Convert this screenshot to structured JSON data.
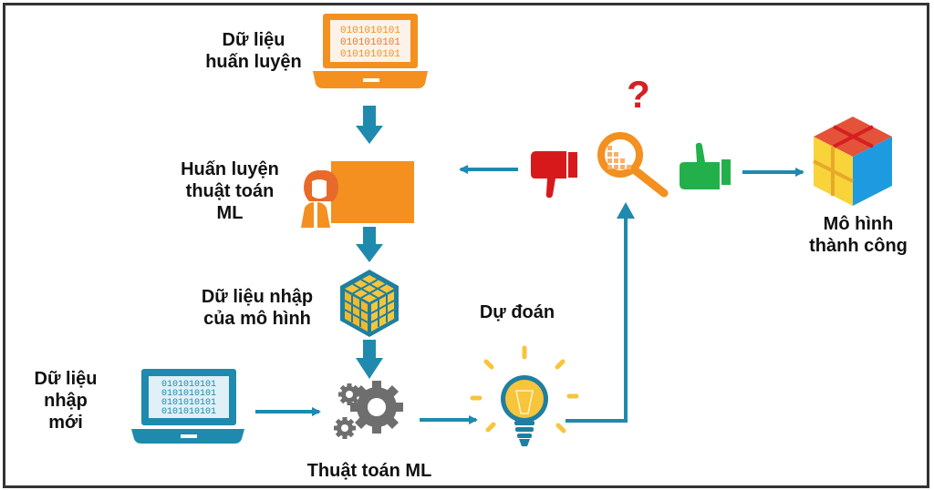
{
  "labels": {
    "training_data": "Dữ liệu\nhuấn luyện",
    "train_algorithm": "Huấn luyện\nthuật toán\nML",
    "model_input_data": "Dữ liệu nhập\ncủa mô hình",
    "new_input_data": "Dữ liệu\nnhập\nmới",
    "ml_algorithm": "Thuật toán ML",
    "prediction": "Dự đoán",
    "successful_model": "Mô hình\nthành công"
  },
  "icons": {
    "training_laptop": "laptop-binary-icon",
    "trainer": "presenter-board-icon",
    "model_cube": "data-cube-icon",
    "new_laptop": "laptop-binary-icon",
    "gears": "gears-icon",
    "bulb": "lightbulb-icon",
    "evaluate": "magnifier-chart-icon",
    "question": "question-mark-icon",
    "reject": "thumbs-down-icon",
    "accept": "thumbs-up-icon",
    "result_cube": "rubik-cube-icon"
  },
  "binary_text": "0101010101",
  "question_mark": "?",
  "colors": {
    "orange": "#F39020",
    "teal": "#1F8AAE",
    "gear_gray": "#6E6E6E",
    "bulb_yellow": "#F7C53B",
    "thumb_red": "#D7191C",
    "thumb_green": "#23B04B",
    "question_red": "#D42020"
  }
}
